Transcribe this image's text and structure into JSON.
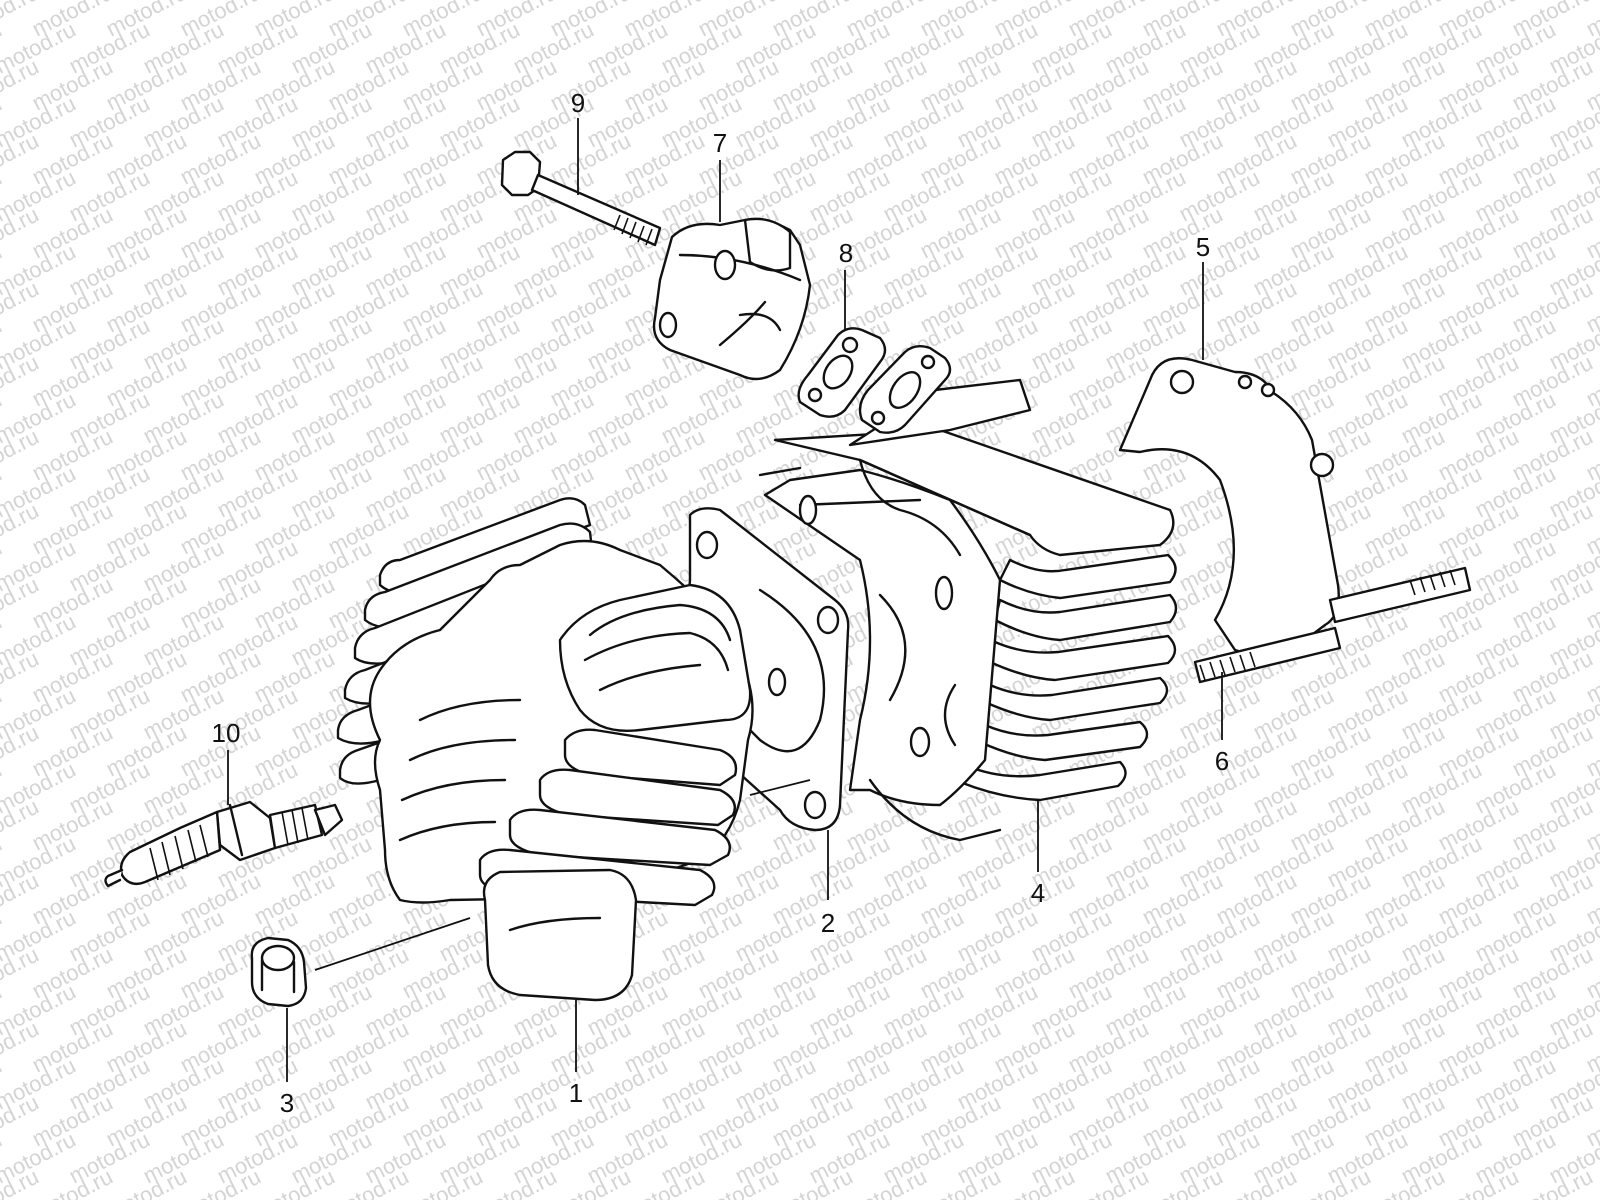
{
  "watermark": "motod.ru",
  "callouts": [
    {
      "id": "1",
      "text": "1"
    },
    {
      "id": "2",
      "text": "2"
    },
    {
      "id": "3",
      "text": "3"
    },
    {
      "id": "4",
      "text": "4"
    },
    {
      "id": "5",
      "text": "5"
    },
    {
      "id": "6",
      "text": "6"
    },
    {
      "id": "7",
      "text": "7"
    },
    {
      "id": "8",
      "text": "8"
    },
    {
      "id": "9",
      "text": "9"
    },
    {
      "id": "10",
      "text": "10"
    }
  ],
  "colors": {
    "line": "#111111",
    "watermark": "#d4d4d4",
    "background": "#ffffff"
  }
}
